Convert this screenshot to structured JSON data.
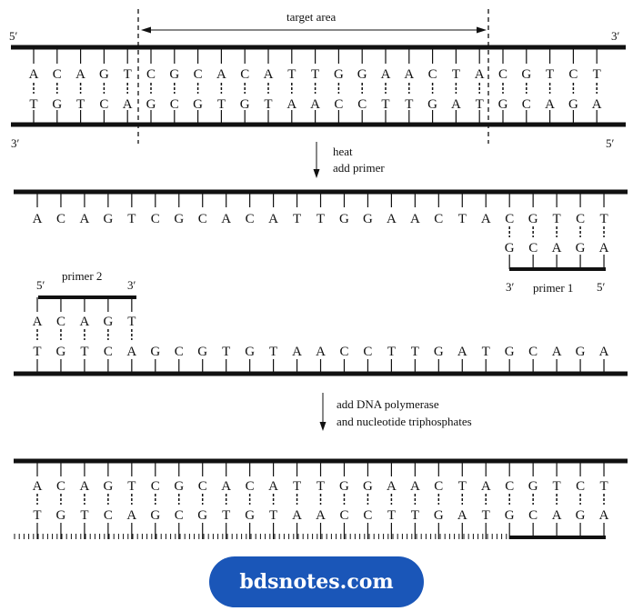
{
  "top_strand": "ACAGTCGCACATTGGAACTACGTCT",
  "bottom_strand": "TGTCAGCGTGTAACCTTGATGCAGA",
  "primer1": "GCAGA",
  "primer2": "ACAGT",
  "labels": {
    "five_prime": "5′",
    "three_prime": "3′",
    "target_area": "target area",
    "step1_line1": "heat",
    "step1_line2": "add primer",
    "primer1": "primer 1",
    "primer2": "primer 2",
    "step2_line1": "add DNA polymerase",
    "step2_line2": "and nucleotide triphosphates"
  },
  "logo": {
    "text": "bdsnotes.com",
    "color": "#1a56b8"
  }
}
